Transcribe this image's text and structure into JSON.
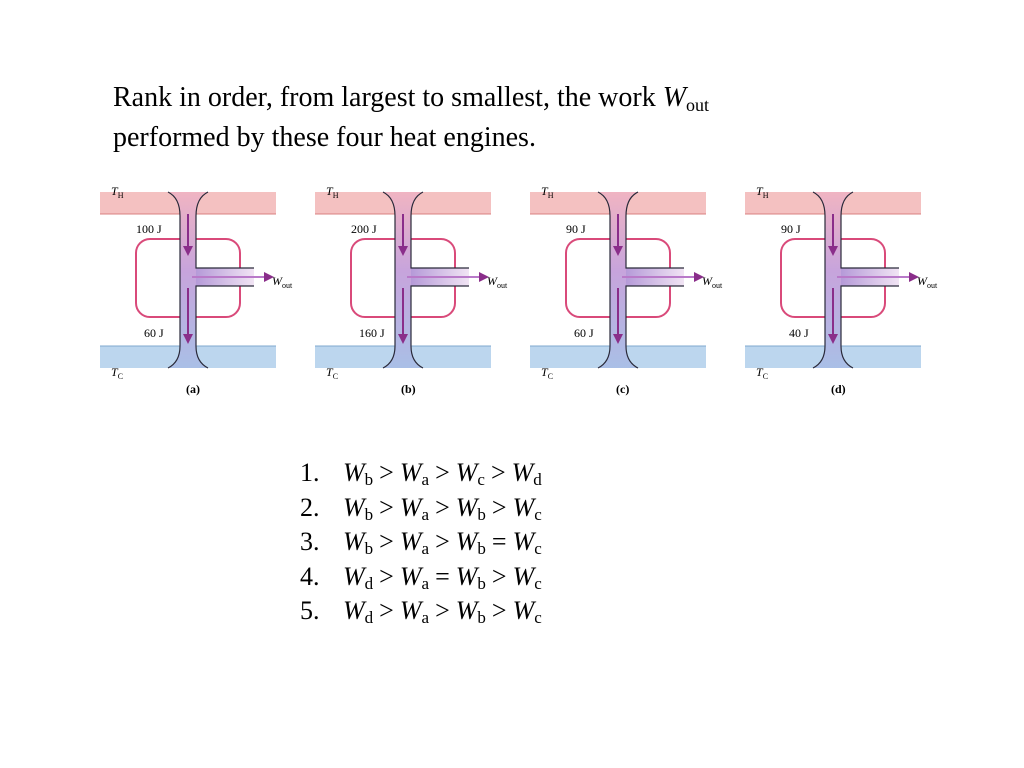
{
  "question": {
    "text_before": "Rank in order, from largest to smallest, the work ",
    "symbol": "W",
    "symbol_sub": "out",
    "text_after": "performed by these four heat engines."
  },
  "engines": [
    {
      "caption": "(a)",
      "th": "T",
      "th_sub": "H",
      "tc": "T",
      "tc_sub": "C",
      "q_hot": "100 J",
      "q_cold": "60 J",
      "w": "W",
      "w_sub": "out"
    },
    {
      "caption": "(b)",
      "th": "T",
      "th_sub": "H",
      "tc": "T",
      "tc_sub": "C",
      "q_hot": "200 J",
      "q_cold": "160 J",
      "w": "W",
      "w_sub": "out"
    },
    {
      "caption": "(c)",
      "th": "T",
      "th_sub": "H",
      "tc": "T",
      "tc_sub": "C",
      "q_hot": "90 J",
      "q_cold": "60 J",
      "w": "W",
      "w_sub": "out"
    },
    {
      "caption": "(d)",
      "th": "T",
      "th_sub": "H",
      "tc": "T",
      "tc_sub": "C",
      "q_hot": "90 J",
      "q_cold": "40 J",
      "w": "W",
      "w_sub": "out"
    }
  ],
  "answers": [
    {
      "num": "1.",
      "terms": [
        {
          "w": "W",
          "s": "b"
        },
        {
          "op": ">"
        },
        {
          "w": "W",
          "s": "a"
        },
        {
          "op": ">"
        },
        {
          "w": "W",
          "s": "c"
        },
        {
          "op": ">"
        },
        {
          "w": "W",
          "s": "d"
        }
      ]
    },
    {
      "num": "2.",
      "terms": [
        {
          "w": "W",
          "s": "b"
        },
        {
          "op": ">"
        },
        {
          "w": "W",
          "s": "a"
        },
        {
          "op": ">"
        },
        {
          "w": "W",
          "s": "b"
        },
        {
          "op": ">"
        },
        {
          "w": "W",
          "s": "c"
        }
      ]
    },
    {
      "num": "3.",
      "terms": [
        {
          "w": "W",
          "s": "b"
        },
        {
          "op": ">"
        },
        {
          "w": "W",
          "s": "a"
        },
        {
          "op": ">"
        },
        {
          "w": "W",
          "s": "b"
        },
        {
          "op": "="
        },
        {
          "w": "W",
          "s": "c"
        }
      ]
    },
    {
      "num": "4.",
      "terms": [
        {
          "w": "W",
          "s": "d"
        },
        {
          "op": ">"
        },
        {
          "w": "W",
          "s": "a"
        },
        {
          "op": "="
        },
        {
          "w": "W",
          "s": "b"
        },
        {
          "op": ">"
        },
        {
          "w": "W",
          "s": "c"
        }
      ]
    },
    {
      "num": "5.",
      "terms": [
        {
          "w": "W",
          "s": "d"
        },
        {
          "op": ">"
        },
        {
          "w": "W",
          "s": "a"
        },
        {
          "op": ">"
        },
        {
          "w": "W",
          "s": "b"
        },
        {
          "op": ">"
        },
        {
          "w": "W",
          "s": "c"
        }
      ]
    }
  ],
  "colors": {
    "hot_reservoir": "#f4c1c1",
    "hot_edge": "#d98080",
    "cold_reservoir": "#bcd6ee",
    "cold_edge": "#7fa8cf",
    "engine_loop": "#d94a7a",
    "arrow": "#8a2e8a",
    "work_arrow": "#b97ac9",
    "pipe_outline": "#2a2a3a"
  }
}
